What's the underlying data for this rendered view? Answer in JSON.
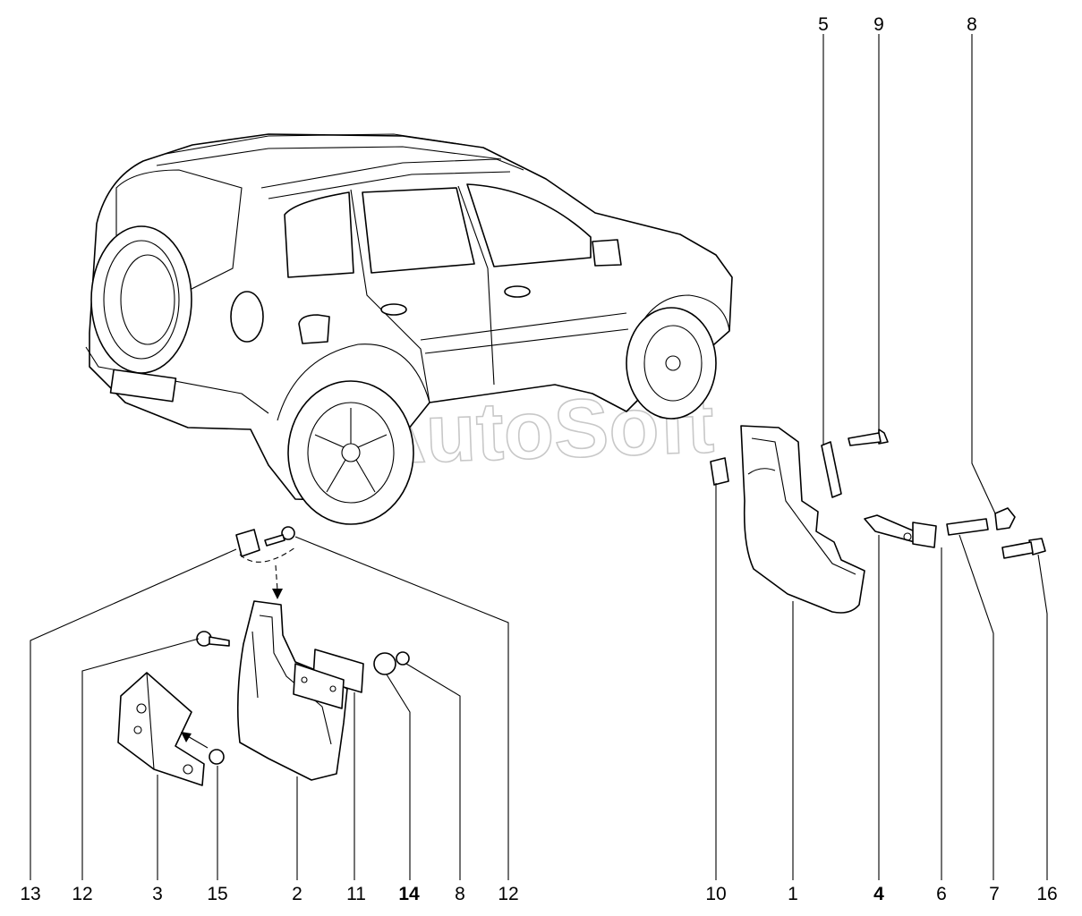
{
  "watermark": "AutoSoft",
  "callouts": {
    "top": [
      "5",
      "9",
      "8"
    ],
    "bottom": [
      "13",
      "12",
      "3",
      "15",
      "2",
      "11",
      "14",
      "8",
      "12",
      "10",
      "1",
      "4",
      "6",
      "7",
      "16"
    ]
  },
  "bold_callouts": [
    "14",
    "4"
  ]
}
